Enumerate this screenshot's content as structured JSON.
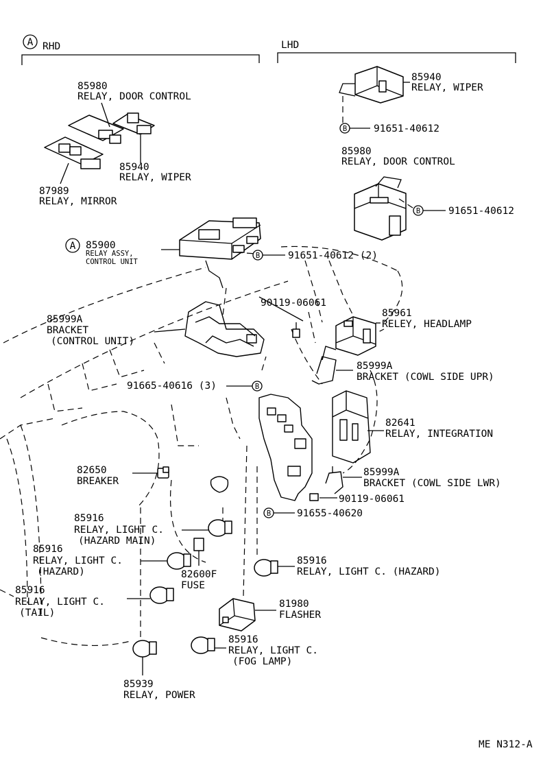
{
  "sections": {
    "a_marker": "A",
    "rhd": "RHD",
    "lhd": "LHD"
  },
  "bolt_marker": "B",
  "labels": {
    "p85980_rhd_num": "85980",
    "p85980_rhd_name": "RELAY, DOOR CONTROL",
    "p85940_rhd_num": "85940",
    "p85940_rhd_name": "RELAY, WIPER",
    "p87989_num": "87989",
    "p87989_name": "RELAY, MIRROR",
    "p85940_lhd_num": "85940",
    "p85940_lhd_name": "RELAY, WIPER",
    "bolt_lhd_1": "91651-40612",
    "p85980_lhd_num": "85980",
    "p85980_lhd_name": "RELAY, DOOR CONTROL",
    "bolt_lhd_2": "91651-40612",
    "p85900_num": "85900",
    "p85900_name1": "RELAY ASSY,",
    "p85900_name2": "CONTROL UNIT",
    "bolt_main": "91651-40612 (2)",
    "p85999a_cu_num": "85999A",
    "p85999a_cu_name1": "BRACKET",
    "p85999a_cu_name2": "(CONTROL UNIT)",
    "screw_upper": "90119-06061",
    "p85961_num": "85961",
    "p85961_name": "RELEY, HEADLAMP",
    "p85999a_upr_num": "85999A",
    "p85999a_upr_name": "BRACKET (COWL SIDE UPR)",
    "bolt_91665": "91665-40616 (3)",
    "p82641_num": "82641",
    "p82641_name": "RELAY, INTEGRATION",
    "p82650_num": "82650",
    "p82650_name": "BREAKER",
    "p85999a_lwr_num": "85999A",
    "p85999a_lwr_name": "BRACKET (COWL SIDE LWR)",
    "screw_lower": "90119-06061",
    "p85916_hm_num": "85916",
    "p85916_hm_name1": "RELAY, LIGHT C.",
    "p85916_hm_name2": "(HAZARD MAIN)",
    "bolt_91655": "91655-40620",
    "p85916_hz_num": "85916",
    "p85916_hz_name1": "RELAY, LIGHT C.",
    "p85916_hz_name2": "(HAZARD)",
    "p82600f_num": "82600F",
    "p82600f_name": "FUSE",
    "p85916_hz2_num": "85916",
    "p85916_hz2_name": "RELAY, LIGHT C. (HAZARD)",
    "p85916_tail_num": "85916",
    "p85916_tail_name1": "RELAY, LIGHT C.",
    "p85916_tail_name2": "(TAIL)",
    "p81980_num": "81980",
    "p81980_name": "FLASHER",
    "p85916_fog_num": "85916",
    "p85916_fog_name1": "RELAY, LIGHT C.",
    "p85916_fog_name2": "(FOG LAMP)",
    "p85939_num": "85939",
    "p85939_name": "RELAY, POWER",
    "figure_code": "ME  N312-A"
  }
}
